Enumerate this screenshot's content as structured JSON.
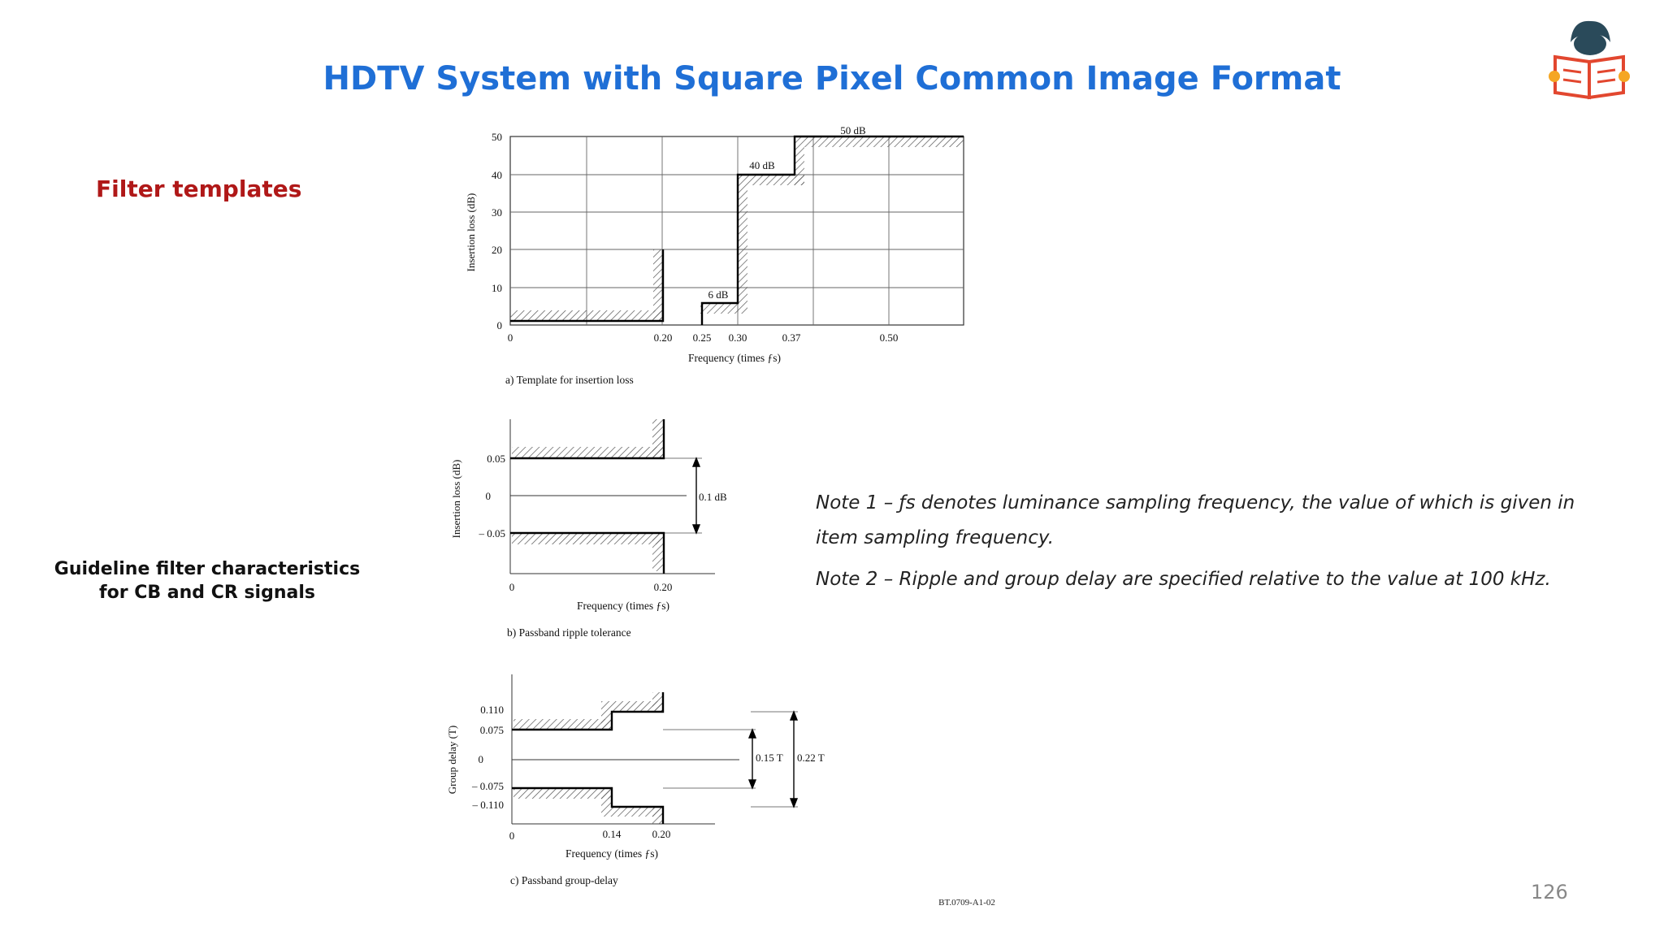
{
  "slide": {
    "title": "HDTV System with Square Pixel Common Image Format",
    "page_number": "126",
    "section_filter": "Filter templates",
    "section_guideline_line1": "Guideline filter characteristics",
    "section_guideline_line2": "for CB and CR signals",
    "logo_icon": "reading-book-icon",
    "accent_color": "#1f6fd6",
    "section_color": "#b01818"
  },
  "notes": {
    "note1": "Note 1 – ƒs denotes luminance sampling frequency, the value of which is given in item sampling frequency.",
    "note2": "Note 2 – Ripple and group delay are specified relative to the value at 100 kHz."
  },
  "figure": {
    "a": {
      "ylabel": "Insertion loss (dB)",
      "xlabel": "Frequency (times ƒs)",
      "caption": "a)   Template for insertion loss",
      "yticks": [
        "0",
        "10",
        "20",
        "30",
        "40",
        "50"
      ],
      "xticks": [
        "0",
        "0.20",
        "0.25",
        "0.30",
        "0.37",
        "0.50"
      ],
      "annotations": [
        "6 dB",
        "40 dB",
        "50 dB"
      ]
    },
    "b": {
      "ylabel": "Insertion loss (dB)",
      "xlabel": "Frequency (times ƒs)",
      "caption": "b)   Passband ripple tolerance",
      "yticks": [
        "0.05",
        "0",
        "– 0.05"
      ],
      "xticks": [
        "0",
        "0.20"
      ],
      "annotation": "0.1 dB"
    },
    "c": {
      "ylabel": "Group delay (T)",
      "xlabel": "Frequency (times ƒs)",
      "caption": "c)   Passband group-delay",
      "yticks": [
        "0.110",
        "0.075",
        "0",
        "– 0.075",
        "– 0.110"
      ],
      "xticks": [
        "0",
        "0.14",
        "0.20"
      ],
      "annotations": [
        "0.15 T",
        "0.22 T"
      ]
    },
    "figure_id": "BT.0709-A1-02"
  }
}
